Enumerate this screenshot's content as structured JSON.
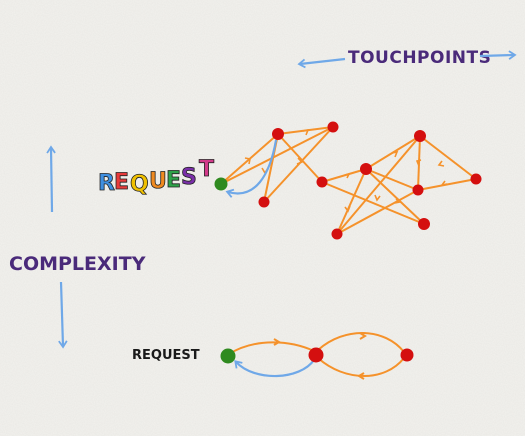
{
  "diagram": {
    "title": "TOUCHPOINTS",
    "axis_label": "COMPLEXITY",
    "complex_request_label": "REQUEST",
    "simple_request_label": "REQUEST",
    "colors": {
      "edge": "#f5922b",
      "return_edge": "#6fa8e8",
      "touchpoint_node": "#d40f0f",
      "request_node": "#2f8a1f",
      "axis_arrows": "#6fa8e8",
      "complexity_text": "#4a2a7a",
      "title_text": "#4a2a7a",
      "request_letters": [
        "#3f8fe0",
        "#e83a3a",
        "#f0c000",
        "#f08a20",
        "#2fa24a",
        "#7a2fa8",
        "#d23a8a"
      ]
    }
  }
}
